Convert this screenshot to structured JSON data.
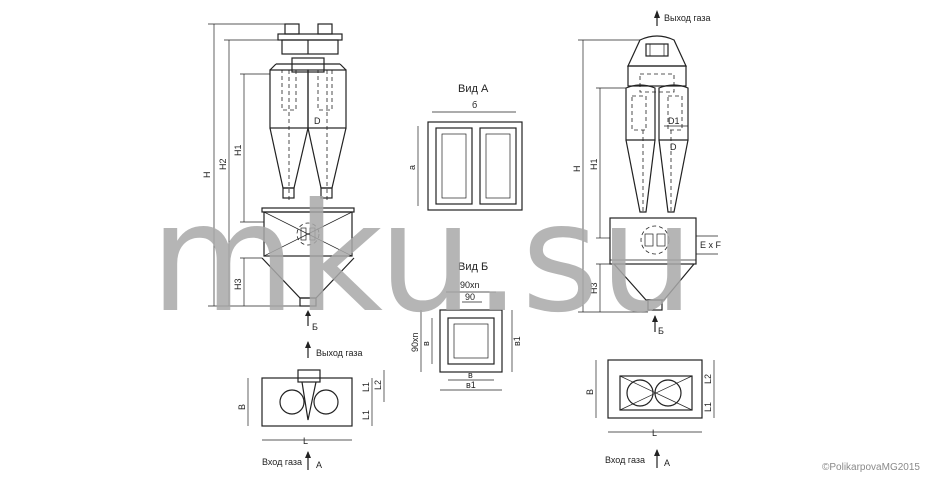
{
  "watermark": "mku.su",
  "copyright": "©PolikarpovaMG2015",
  "left_drawing": {
    "dims": {
      "h": "H",
      "h2": "H2",
      "h1": "H1",
      "h3": "H3",
      "d": "D"
    },
    "bottom_port": "Б",
    "gas_out": "Выход газа",
    "plan": {
      "b": "B",
      "l1": "L1",
      "l2": "L2",
      "l": "L"
    },
    "gas_in": "Вход газа",
    "view_a": "A"
  },
  "view_a_block": {
    "title": "Вид А",
    "width": "б",
    "height": "а"
  },
  "view_b_block": {
    "title": "Вид Б",
    "outer": "90xn",
    "step": "90",
    "side": "90xn",
    "inner": "в",
    "inner_h": "в",
    "outer_b": "в1",
    "outer_b_h": "в1"
  },
  "right_drawing": {
    "gas_out": "Выход газа",
    "dims": {
      "h": "H",
      "h1": "H1",
      "h3": "H3",
      "d1": "D1",
      "d": "D",
      "exf": "E x F"
    },
    "bottom_port": "Б",
    "plan": {
      "b": "B",
      "l2": "L2",
      "l1": "L1",
      "l": "L"
    },
    "gas_in": "Вход газа",
    "view_a": "A"
  }
}
